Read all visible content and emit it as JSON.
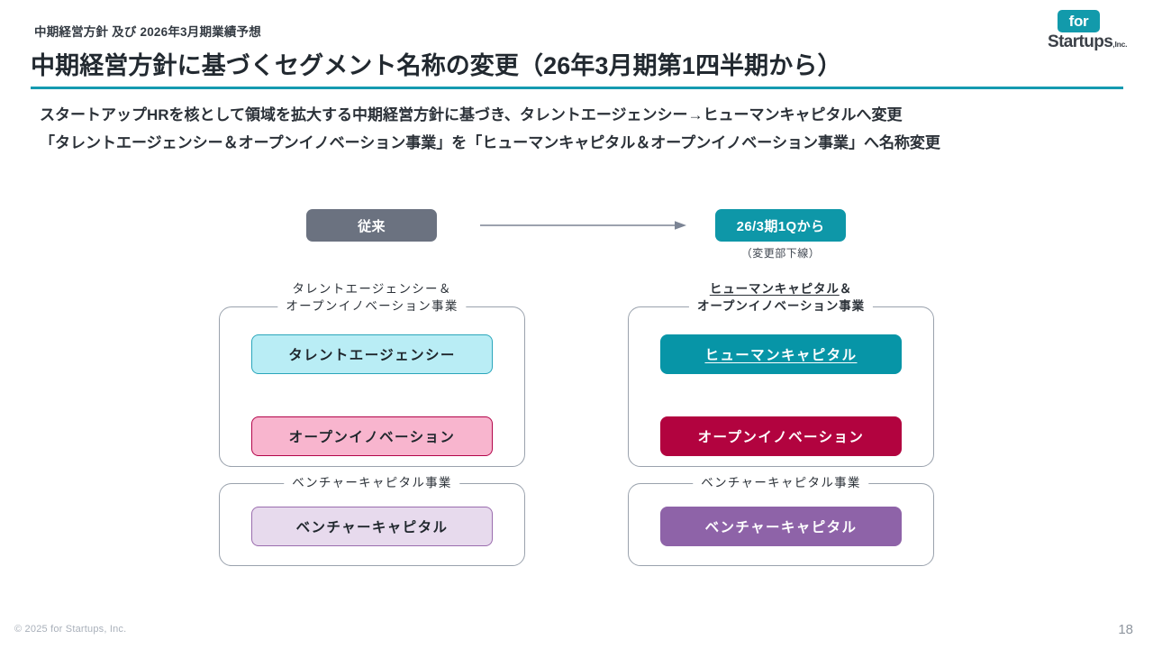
{
  "header": {
    "eyebrow": "中期経営方針 及び 2026年3月期業績予想",
    "title": "中期経営方針に基づくセグメント名称の変更（26年3月期第1四半期から）",
    "rule_color": "#159ab0"
  },
  "logo": {
    "mark_text": "for",
    "wordmark": "Startups",
    "suffix": ",Inc.",
    "mark_color": "#129aab",
    "wordmark_color": "#3c4148"
  },
  "lead": {
    "line1": "スタートアップHRを核として領域を拡大する中期経営方針に基づき、タレントエージェンシー→ヒューマンキャピタルへ変更",
    "line2": "「タレントエージェンシー＆オープンイノベーション事業」を「ヒューマンキャピタル＆オープンイノベーション事業」へ名称変更"
  },
  "stage": {
    "before_label": "従来",
    "before_color": "#6b7280",
    "after_label": "26/3期1Qから",
    "after_color": "#0e97a8",
    "after_note": "（変更部下線）",
    "arrow_color": "#7b8494"
  },
  "columns": {
    "before": {
      "main_group": {
        "legend_line1": "タレントエージェンシー＆",
        "legend_line2": "オープンイノベーション事業",
        "chips": [
          {
            "label": "タレントエージェンシー",
            "fill": "#b9edf5",
            "border": "#2aa6bb",
            "text": "#1f262c"
          },
          {
            "label": "オープンイノベーション",
            "fill": "#f8b5ce",
            "border": "#b3054a",
            "text": "#1f262c"
          }
        ]
      },
      "vc_group": {
        "legend": "ベンチャーキャピタル事業",
        "chip": {
          "label": "ベンチャーキャピタル",
          "fill": "#e7daed",
          "border": "#9a6cae",
          "text": "#1f262c"
        }
      }
    },
    "after": {
      "main_group": {
        "legend_line1_underlined": "ヒューマンキャピタル",
        "legend_line1_tail": "＆",
        "legend_line2": "オープンイノベーション事業",
        "chips": [
          {
            "label": "ヒューマンキャピタル",
            "fill": "#0795a7",
            "border": "#0795a7",
            "text": "#ffffff",
            "underline": true
          },
          {
            "label": "オープンイノベーション",
            "fill": "#b2033f",
            "border": "#b2033f",
            "text": "#ffffff",
            "underline": false
          }
        ]
      },
      "vc_group": {
        "legend": "ベンチャーキャピタル事業",
        "chip": {
          "label": "ベンチャーキャピタル",
          "fill": "#8e63a8",
          "border": "#8e63a8",
          "text": "#ffffff"
        }
      }
    }
  },
  "footer": {
    "copyright": "© 2025 for Startups, Inc.",
    "page_number": "18"
  }
}
